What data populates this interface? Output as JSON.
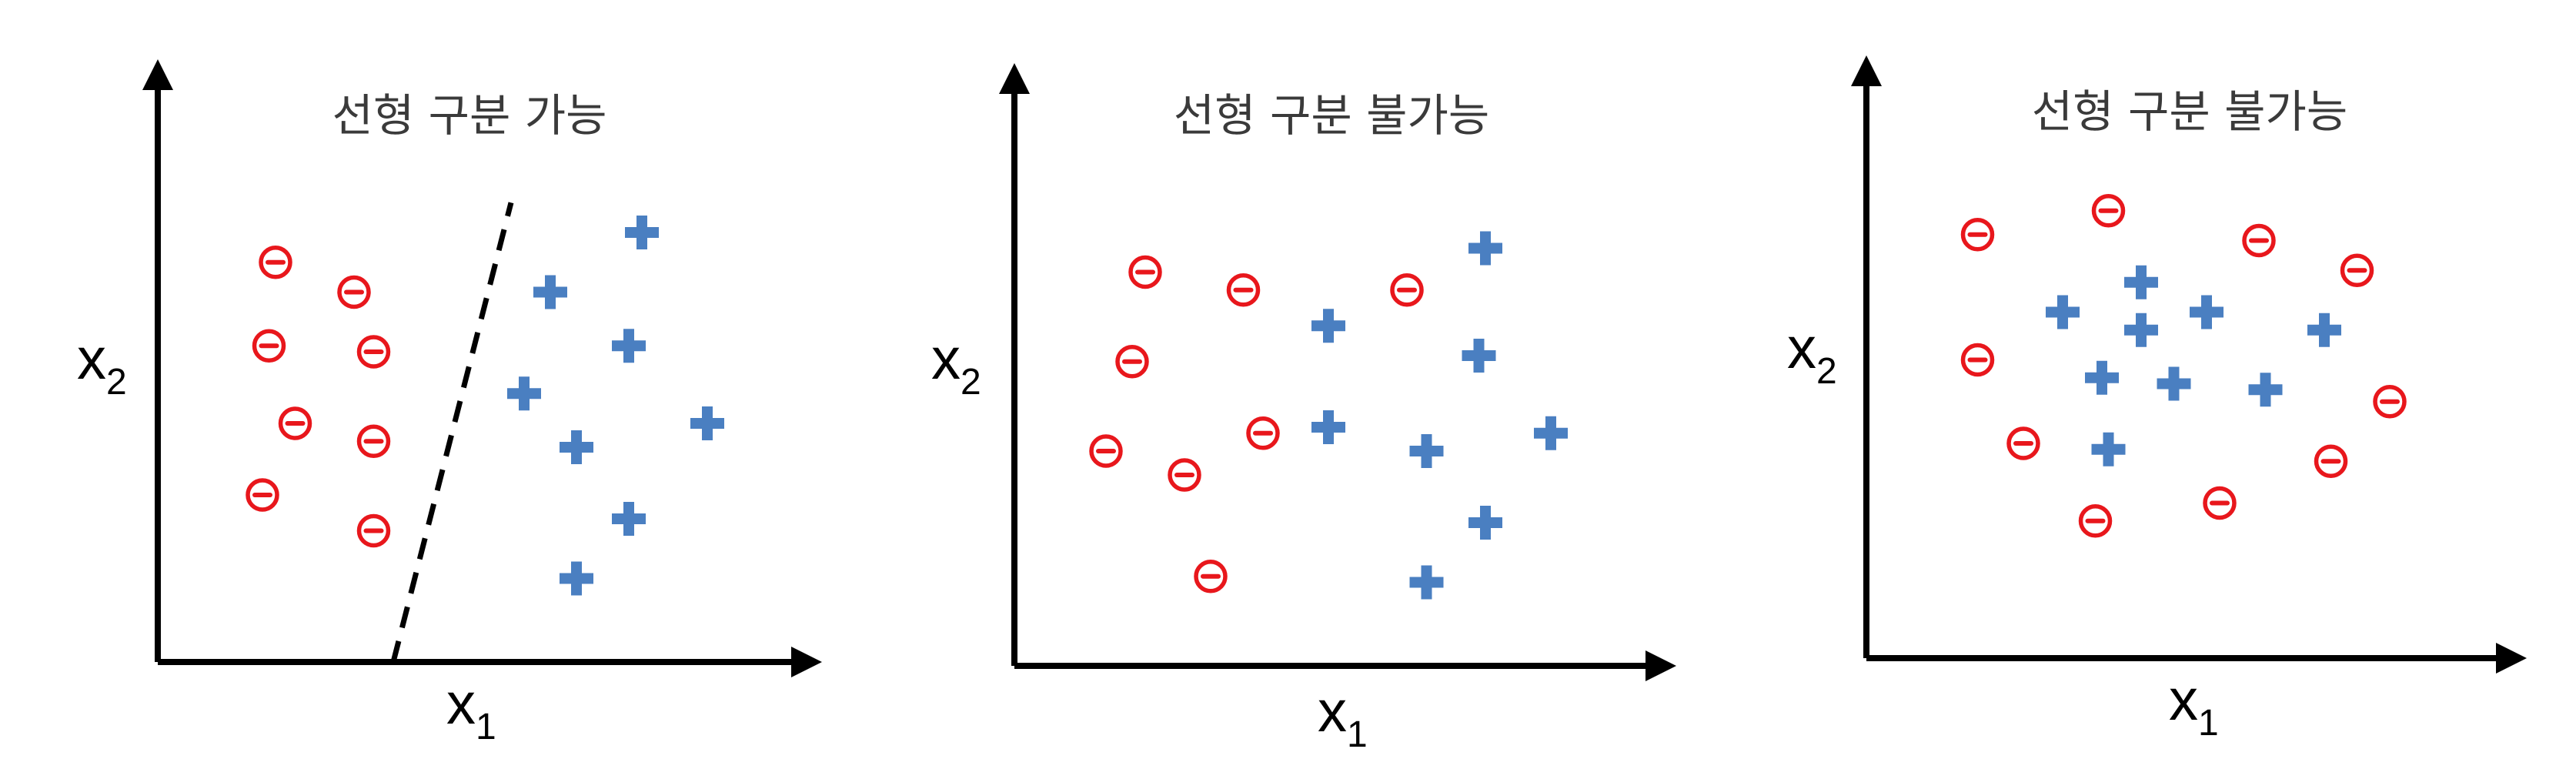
{
  "colors": {
    "negative": "#e8171c",
    "positive": "#4a7fc1",
    "axis": "#000000",
    "title": "#3a3a3a"
  },
  "icons": {
    "negative": "circled-minus-icon",
    "positive": "plus-icon"
  },
  "panels": [
    {
      "title": "선형 구분 가능",
      "x_label": "x",
      "x_sub": "1",
      "y_label": "x",
      "y_sub": "2",
      "separator": "dashed-line",
      "negatives": [
        [
          0.18,
          0.67
        ],
        [
          0.3,
          0.62
        ],
        [
          0.17,
          0.53
        ],
        [
          0.33,
          0.52
        ],
        [
          0.21,
          0.4
        ],
        [
          0.33,
          0.37
        ],
        [
          0.16,
          0.28
        ],
        [
          0.33,
          0.22
        ]
      ],
      "positives": [
        [
          0.74,
          0.72
        ],
        [
          0.6,
          0.62
        ],
        [
          0.72,
          0.53
        ],
        [
          0.56,
          0.45
        ],
        [
          0.64,
          0.36
        ],
        [
          0.84,
          0.4
        ],
        [
          0.72,
          0.24
        ],
        [
          0.64,
          0.14
        ]
      ],
      "separator_line": [
        [
          0.36,
          0.0
        ],
        [
          0.54,
          0.77
        ]
      ]
    },
    {
      "title": "선형 구분 불가능",
      "x_label": "x",
      "x_sub": "1",
      "y_label": "x",
      "y_sub": "2",
      "negatives": [
        [
          0.2,
          0.66
        ],
        [
          0.35,
          0.63
        ],
        [
          0.6,
          0.63
        ],
        [
          0.18,
          0.51
        ],
        [
          0.38,
          0.39
        ],
        [
          0.14,
          0.36
        ],
        [
          0.26,
          0.32
        ],
        [
          0.3,
          0.15
        ]
      ],
      "positives": [
        [
          0.48,
          0.57
        ],
        [
          0.72,
          0.7
        ],
        [
          0.71,
          0.52
        ],
        [
          0.48,
          0.4
        ],
        [
          0.63,
          0.36
        ],
        [
          0.82,
          0.39
        ],
        [
          0.72,
          0.24
        ],
        [
          0.63,
          0.14
        ]
      ]
    },
    {
      "title": "선형 구분 불가능",
      "x_label": "x",
      "x_sub": "1",
      "y_label": "x",
      "y_sub": "2",
      "negatives": [
        [
          0.17,
          0.71
        ],
        [
          0.37,
          0.75
        ],
        [
          0.6,
          0.7
        ],
        [
          0.75,
          0.65
        ],
        [
          0.17,
          0.5
        ],
        [
          0.8,
          0.43
        ],
        [
          0.24,
          0.36
        ],
        [
          0.71,
          0.33
        ],
        [
          0.54,
          0.26
        ],
        [
          0.35,
          0.23
        ]
      ],
      "positives": [
        [
          0.42,
          0.63
        ],
        [
          0.3,
          0.58
        ],
        [
          0.52,
          0.58
        ],
        [
          0.42,
          0.55
        ],
        [
          0.7,
          0.55
        ],
        [
          0.36,
          0.47
        ],
        [
          0.47,
          0.46
        ],
        [
          0.61,
          0.45
        ],
        [
          0.37,
          0.35
        ]
      ]
    }
  ]
}
